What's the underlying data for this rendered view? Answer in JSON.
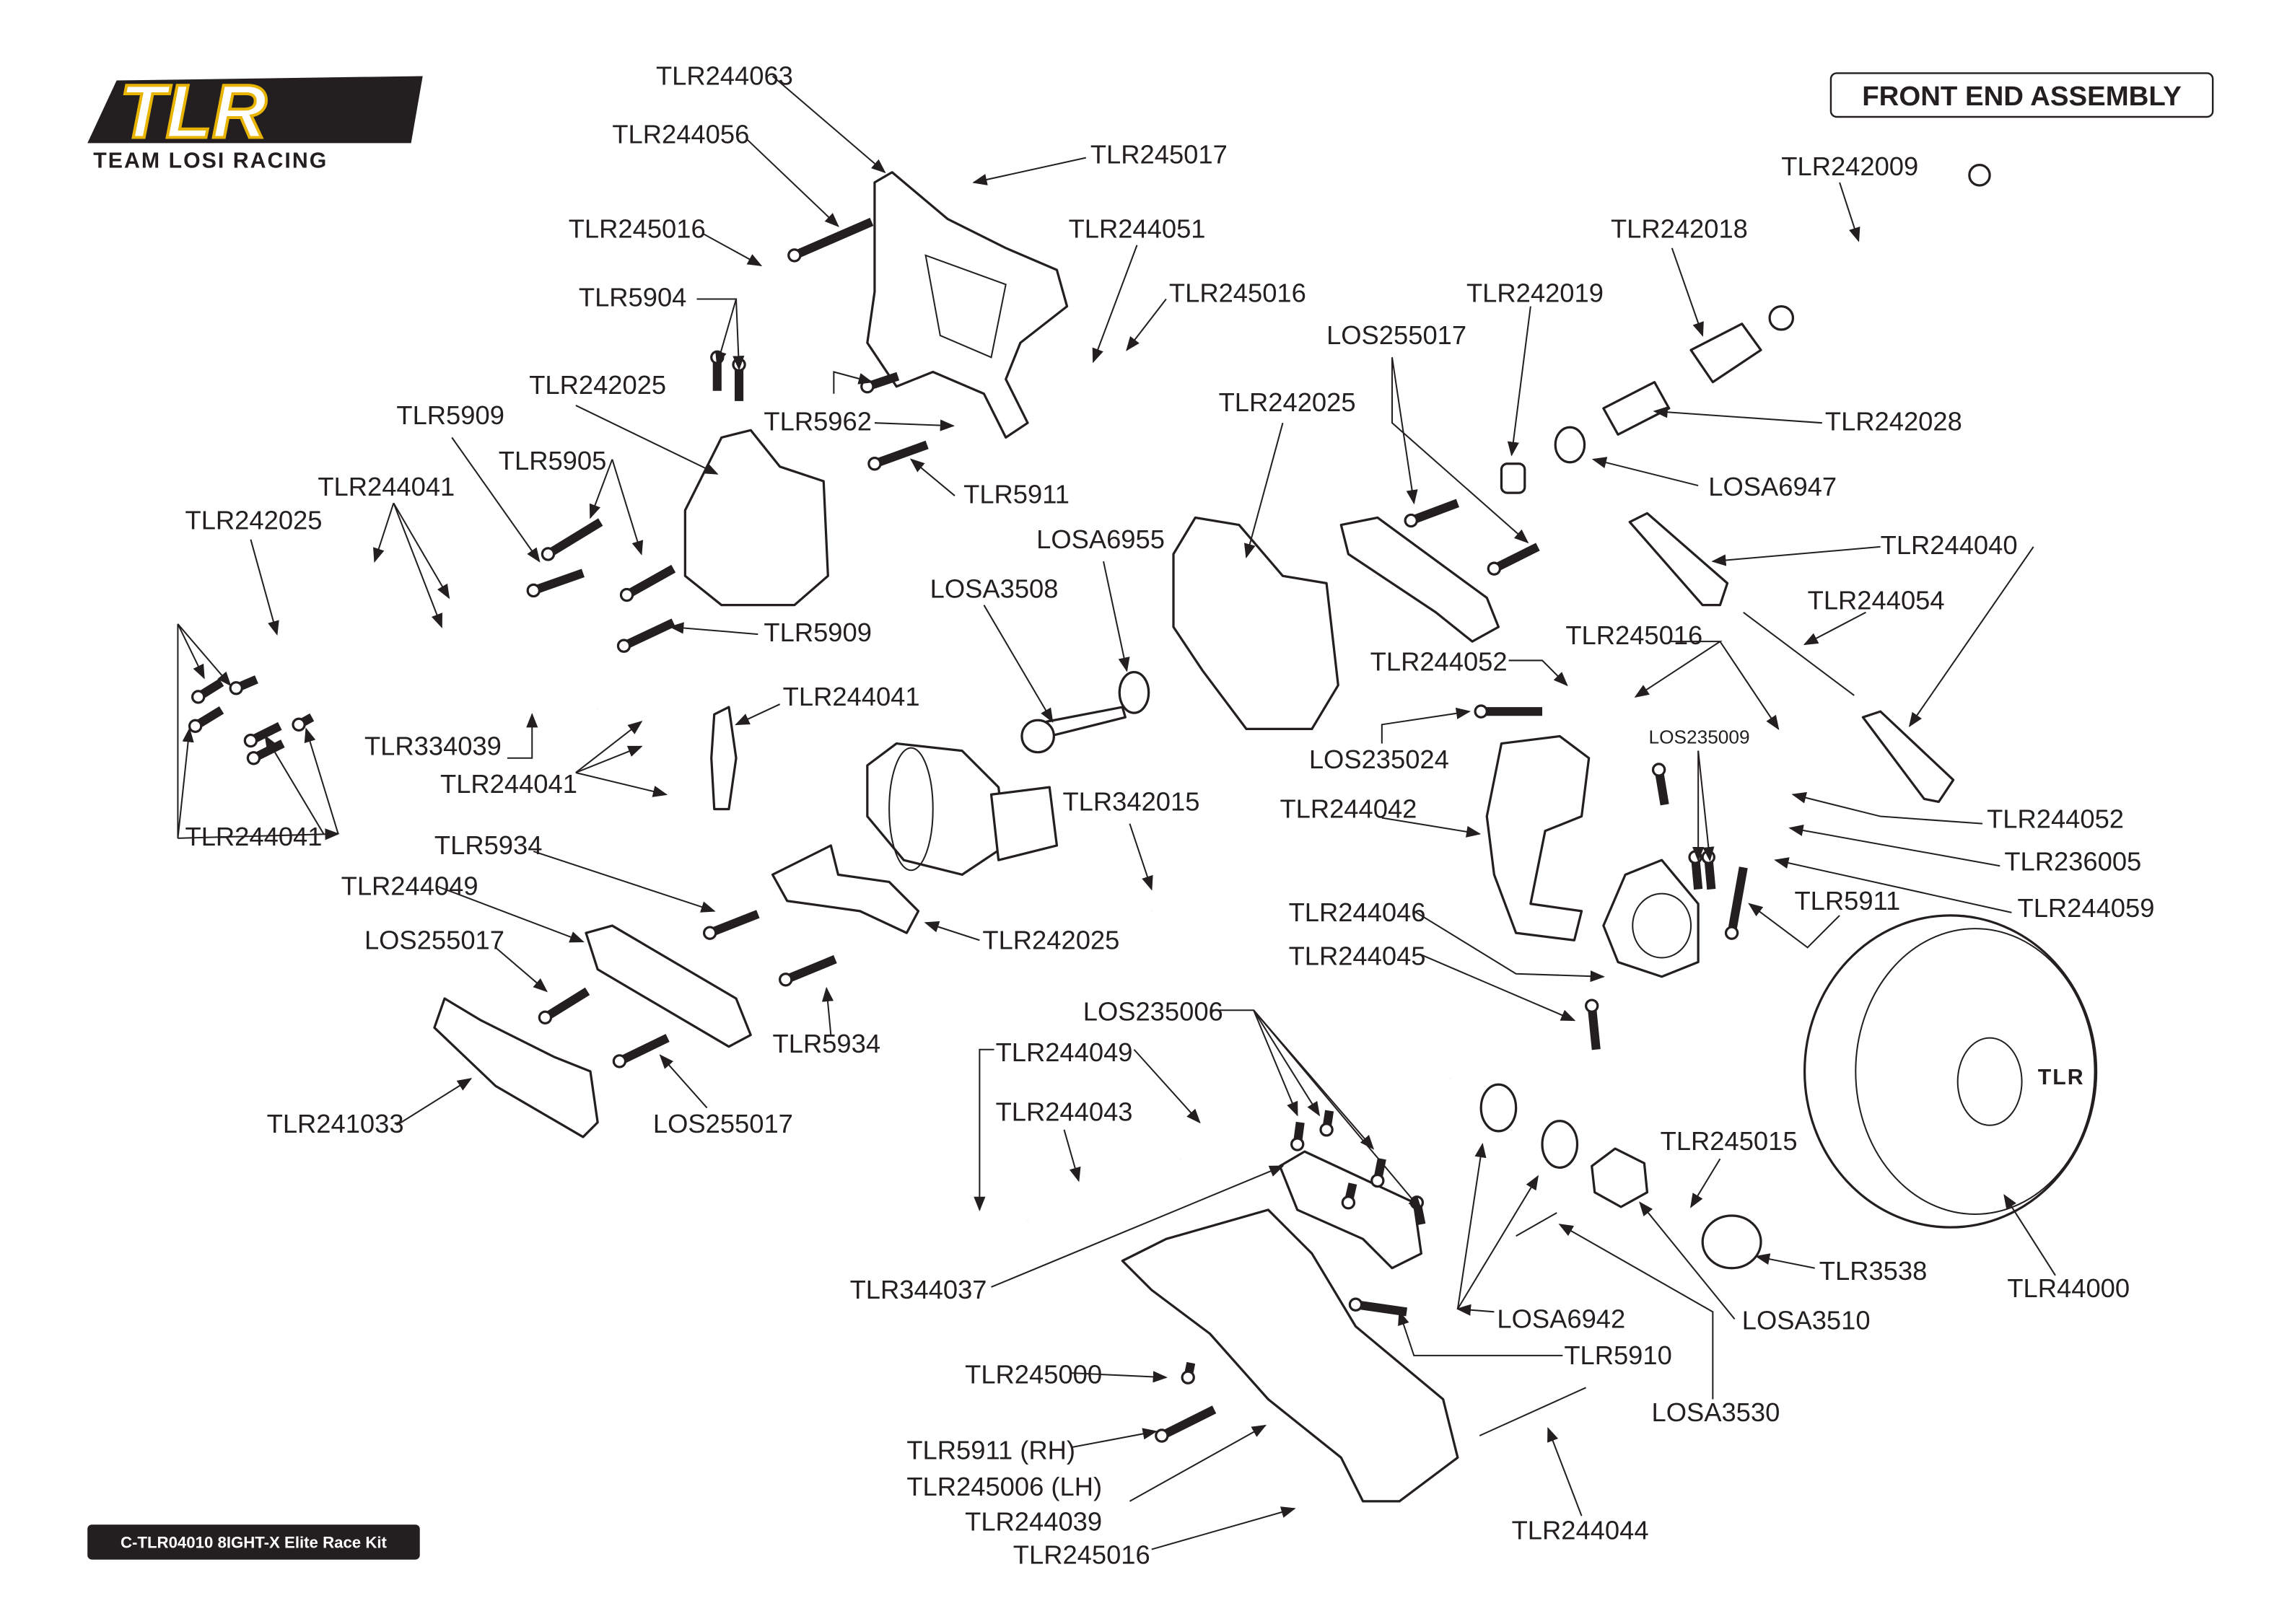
{
  "logo": {
    "mark": "TLR",
    "tagline": "TEAM LOSI RACING",
    "accent_color": "#e8b400"
  },
  "title": "FRONT END ASSEMBLY",
  "footer": "C-TLR04010 8IGHT-X Elite Race Kit",
  "part_labels": [
    "TLR244063",
    "TLR244056",
    "TLR245017",
    "TLR245016",
    "TLR244051",
    "TLR245016",
    "TLR5904",
    "TLR242025",
    "TLR5962",
    "TLR5909",
    "TLR5905",
    "TLR5911",
    "TLR244041",
    "TLR242025",
    "TLR5909",
    "LOSA6955",
    "LOSA3508",
    "TLR244041",
    "TLR334039",
    "TLR244041",
    "TLR244041",
    "TLR5934",
    "TLR244049",
    "LOS255017",
    "TLR242025",
    "TLR5934",
    "TLR241033",
    "LOS255017",
    "TLR342015",
    "TLR242009",
    "TLR242018",
    "TLR242019",
    "LOS255017",
    "TLR242025",
    "TLR242028",
    "LOSA6947",
    "TLR244040",
    "TLR244054",
    "TLR245016",
    "TLR244052",
    "LOS235024",
    "LOS235009",
    "TLR244042",
    "TLR244052",
    "TLR236005",
    "TLR244059",
    "TLR5911",
    "TLR244046",
    "TLR244045",
    "LOS235006",
    "TLR244049",
    "TLR244043",
    "TLR245015",
    "TLR344037",
    "TLR3538",
    "TLR44000",
    "LOSA6942",
    "LOSA3510",
    "TLR5910",
    "LOSA3530",
    "TLR245000",
    "TLR5911 (RH)",
    "TLR245006 (LH)",
    "TLR244039",
    "TLR244044",
    "TLR245016"
  ],
  "wheel_logo": "TLR"
}
